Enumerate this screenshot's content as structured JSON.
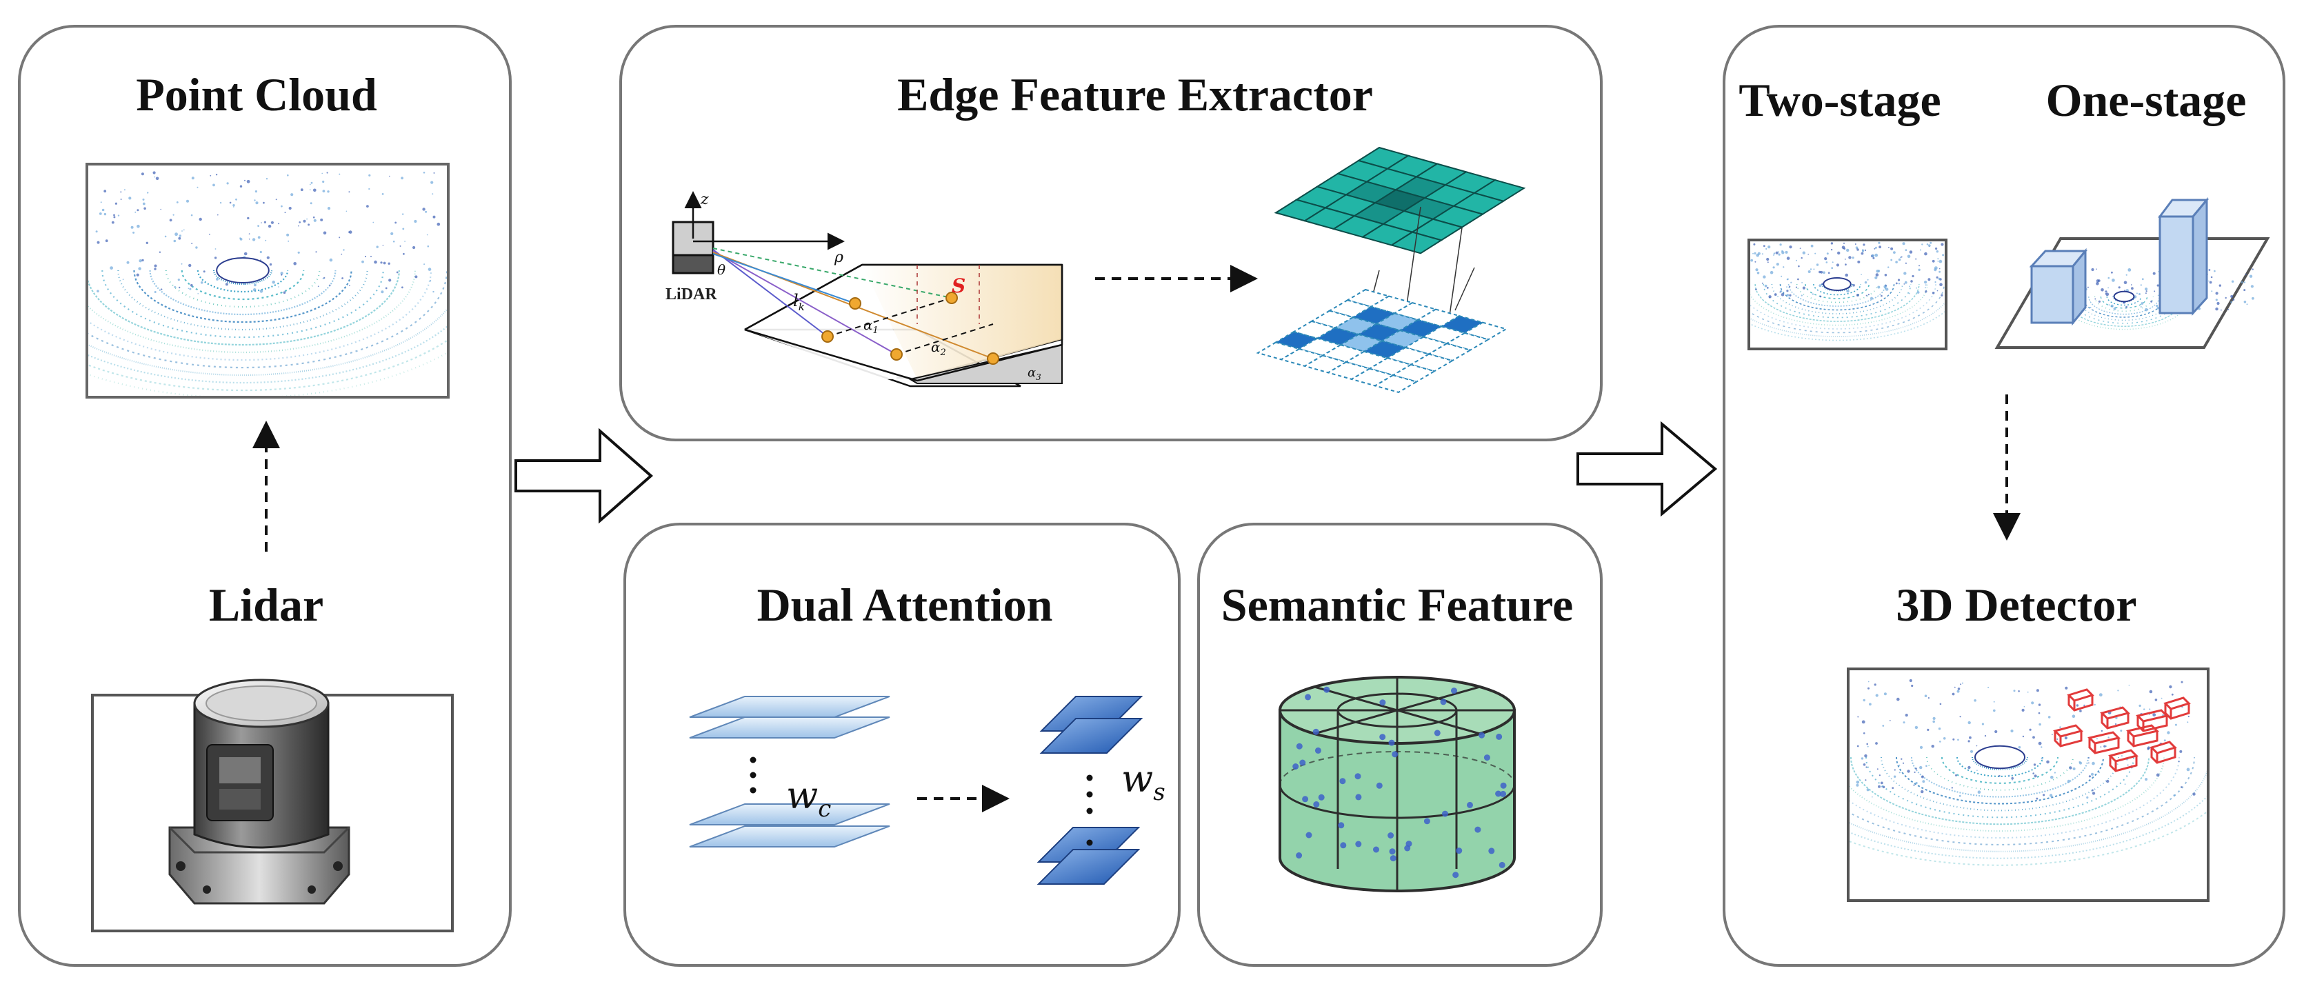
{
  "panels": {
    "point_cloud": {
      "title": "Point Cloud"
    },
    "lidar": {
      "title": "Lidar"
    },
    "edge": {
      "title": "Edge Feature Extractor",
      "lidar_label": "LiDAR",
      "z_label": "z",
      "rho_label": "ρ",
      "theta_label": "θ",
      "lk_label": "l",
      "lk_sub": "k",
      "s_label": "S",
      "a1_label": "α",
      "a1_sub": "1",
      "a2_label": "α",
      "a2_sub": "2",
      "a3_label": "α",
      "a3_sub": "3"
    },
    "dual_attention": {
      "title": "Dual Attention",
      "wc_label": "w",
      "wc_sub": "c",
      "ws_label": "w",
      "ws_sub": "s"
    },
    "semantic": {
      "title": "Semantic Feature"
    },
    "detector": {
      "two_stage": "Two-stage",
      "one_stage": "One-stage",
      "title": "3D Detector"
    }
  },
  "colors": {
    "panel_border": "#777777",
    "teal": "#1aa59a",
    "blue_dark": "#1f5fb5",
    "blue_light": "#a9cdef",
    "green_cyl": "#6fc28f",
    "red_box": "#e23b3b"
  }
}
